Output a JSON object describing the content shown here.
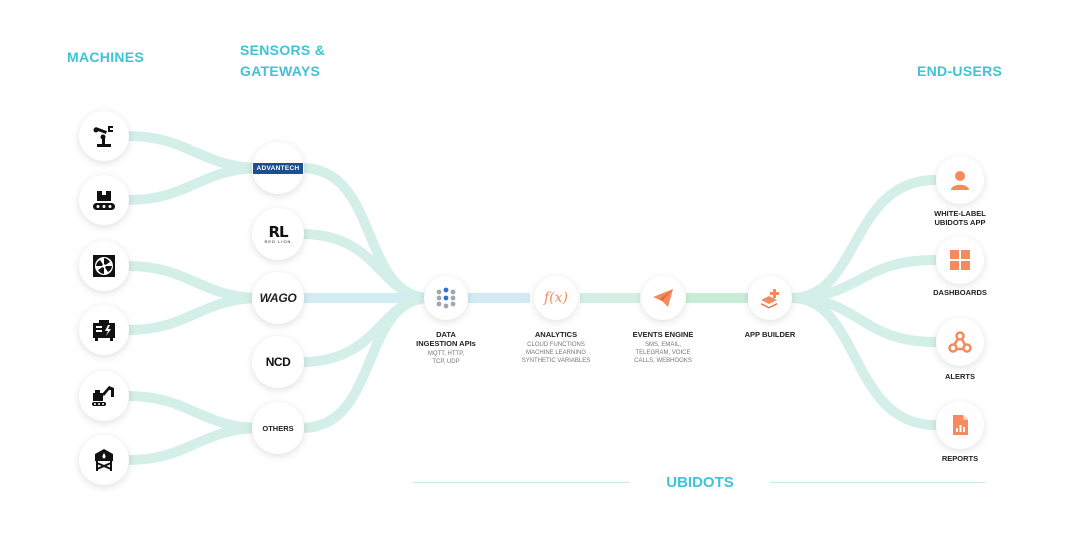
{
  "headers": {
    "machines": "MACHINES",
    "sensors_line1": "SENSORS &",
    "sensors_line2": "GATEWAYS",
    "end_users": "END-USERS"
  },
  "machines": [
    {
      "icon": "robot-arm-icon"
    },
    {
      "icon": "conveyor-box-icon"
    },
    {
      "icon": "fan-icon"
    },
    {
      "icon": "generator-icon"
    },
    {
      "icon": "excavator-icon"
    },
    {
      "icon": "water-tower-icon"
    }
  ],
  "gateways": {
    "advantech": "ADVANTECH",
    "redlion_big": "RL",
    "redlion_small": "RED LION",
    "wago": "WAGO",
    "ncd": "NCD",
    "others": "OTHERS"
  },
  "stages": [
    {
      "title_line1": "DATA",
      "title_line2": "INGESTION APIs",
      "desc_line1": "MQTT, HTTP,",
      "desc_line2": "TCP, UDP",
      "desc_line3": ""
    },
    {
      "title_line1": "ANALYTICS",
      "title_line2": "",
      "desc_line1": "CLOUD FUNCTIONS",
      "desc_line2": "MACHINE LEARNING",
      "desc_line3": "SYNTHETIC VARIABLES"
    },
    {
      "title_line1": "EVENTS ENGINE",
      "title_line2": "",
      "desc_line1": "SMS, EMAIL,",
      "desc_line2": "TELEGRAM, VOICE",
      "desc_line3": "CALLS, WEBHOOKS"
    },
    {
      "title_line1": "APP BUILDER",
      "title_line2": "",
      "desc_line1": "",
      "desc_line2": "",
      "desc_line3": ""
    }
  ],
  "analytics_symbol": "f(x)",
  "end_users": [
    {
      "line1": "WHITE-LABEL",
      "line2": "UBIDOTS APP"
    },
    {
      "line1": "DASHBOARDS",
      "line2": ""
    },
    {
      "line1": "ALERTS",
      "line2": ""
    },
    {
      "line1": "REPORTS",
      "line2": ""
    }
  ],
  "brand": "UBIDOTS",
  "colors": {
    "accent": "#3fc3d6",
    "orange": "#f58a5f",
    "flow_left": "#cfeee6",
    "flow_mid": "#cfeaf3",
    "flow_right": "#c8ecd8"
  }
}
